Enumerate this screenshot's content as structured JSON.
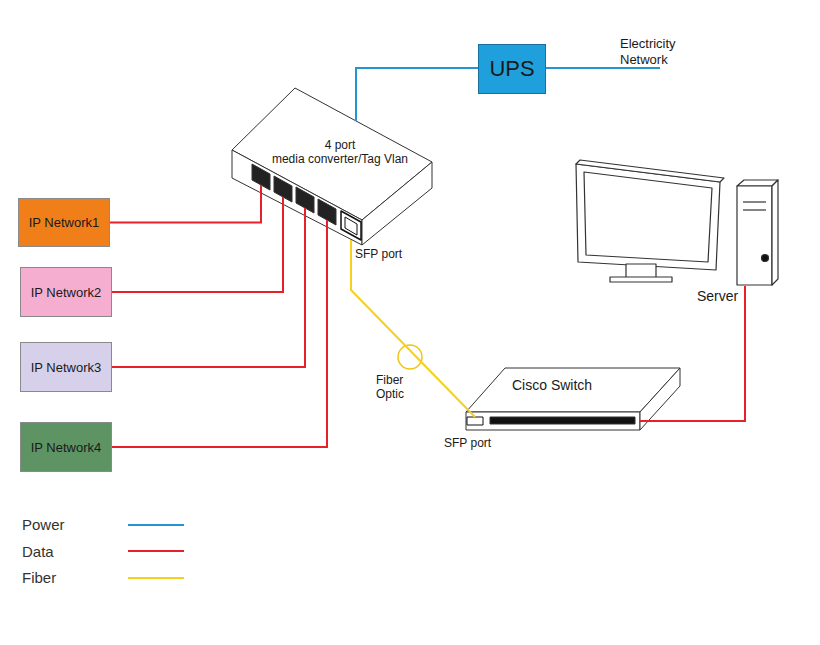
{
  "diagram": {
    "nodes": [
      {
        "text": [
          "IP Network1"
        ]
      },
      {
        "text": [
          "IP Network2"
        ]
      },
      {
        "text": [
          "IP Network3"
        ]
      },
      {
        "text": [
          "IP Network4"
        ]
      },
      {
        "text": [
          "4 port",
          "media converter/Tag Vlan"
        ]
      },
      {
        "text": [
          "UPS"
        ]
      },
      {
        "text": [
          "Cisco Switch"
        ]
      },
      {
        "text": [
          "Server"
        ]
      }
    ],
    "edges": [
      {
        "from": 0,
        "to": 4,
        "arrow": "none"
      },
      {
        "from": 1,
        "to": 4,
        "arrow": "none"
      },
      {
        "from": 2,
        "to": 4,
        "arrow": "none"
      },
      {
        "from": 3,
        "to": 4,
        "arrow": "none"
      },
      {
        "from": 5,
        "to": 4,
        "arrow": "none"
      },
      {
        "from": 4,
        "to": 6,
        "label": "Fiber Optic",
        "arrow": "none"
      },
      {
        "from": 6,
        "to": 7,
        "arrow": "none"
      }
    ],
    "labels": [
      "Electricity Network",
      "SFP port",
      "SFP port"
    ],
    "legend": [
      {
        "text": "Power"
      },
      {
        "text": "Data"
      },
      {
        "text": "Fiber"
      }
    ]
  }
}
